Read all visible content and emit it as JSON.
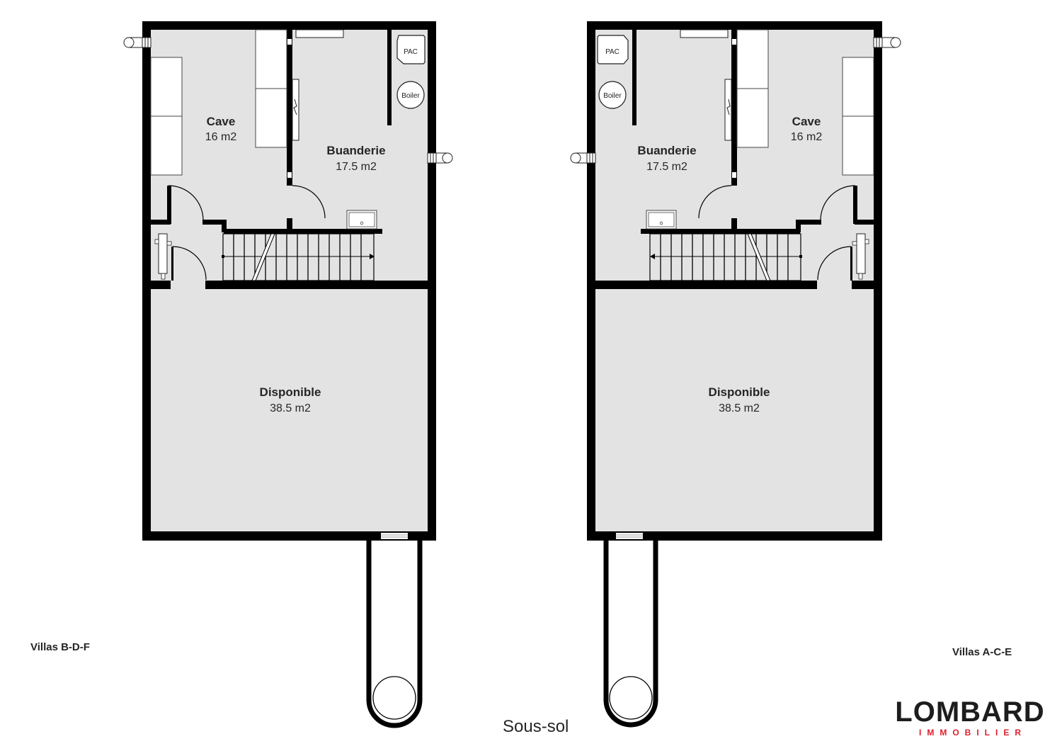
{
  "plans": [
    {
      "id": "left",
      "villa_label": "Villas B-D-F",
      "rooms": {
        "cave": {
          "name": "Cave",
          "area": "16 m2"
        },
        "buanderie": {
          "name": "Buanderie",
          "area": "17.5 m2"
        },
        "disponible": {
          "name": "Disponible",
          "area": "38.5 m2"
        }
      },
      "equipment": {
        "pac": "PAC",
        "boiler": "Boiler"
      }
    },
    {
      "id": "right",
      "villa_label": "Villas A-C-E",
      "rooms": {
        "cave": {
          "name": "Cave",
          "area": "16 m2"
        },
        "buanderie": {
          "name": "Buanderie",
          "area": "17.5 m2"
        },
        "disponible": {
          "name": "Disponible",
          "area": "38.5 m2"
        }
      },
      "equipment": {
        "pac": "PAC",
        "boiler": "Boiler"
      }
    }
  ],
  "level_title": "Sous-sol",
  "logo": {
    "main": "LOMBARD",
    "sub": "IMMOBILIER",
    "accent_color": "#e11d2a"
  },
  "colors": {
    "floor": "#e3e3e3",
    "wall": "#000000",
    "furniture": "#ffffff"
  }
}
